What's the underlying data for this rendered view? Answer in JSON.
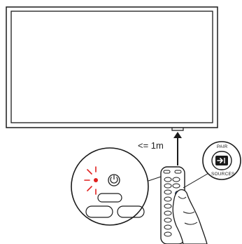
{
  "distance_label": "<= 1m",
  "pair_label": "PAIR",
  "sources_label": "SOURCES",
  "colors": {
    "line": "#1a1a1a",
    "blink": "#e0201e",
    "highlight": "#2a6ad8",
    "fill": "#ffffff"
  },
  "icons": [
    "tv-icon",
    "up-arrow-icon",
    "power-icon",
    "source-input-icon",
    "remote-control-icon",
    "hand-icon",
    "blink-rays-icon"
  ]
}
